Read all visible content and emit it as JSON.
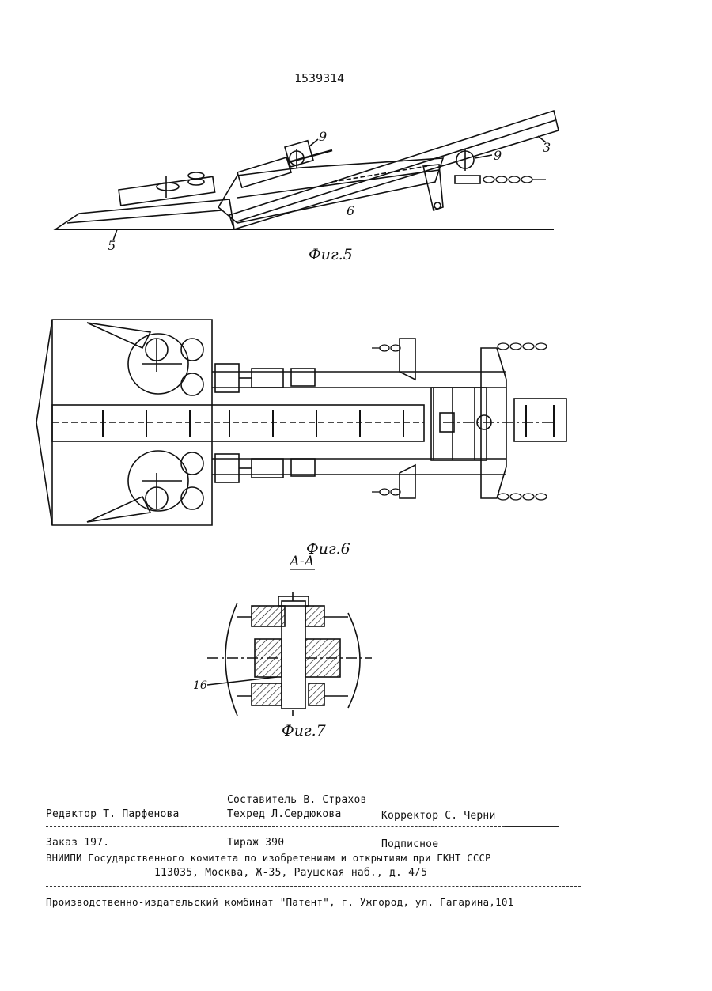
{
  "page_number": "1539314",
  "figures": {
    "fig5": {
      "caption": "Фиг.5",
      "labels": [
        "9",
        "9",
        "3",
        "6",
        "5"
      ]
    },
    "fig6": {
      "caption": "Фиг.6"
    },
    "fig7": {
      "section": "А-А",
      "caption": "Фиг.7",
      "labels": [
        "16"
      ]
    }
  },
  "imprint": {
    "compiler": "Составитель В. Страхов",
    "editor": "Редактор Т. Парфенова",
    "techred": "Техред Л.Сердюкова",
    "corrector": "Корректор С. Черни",
    "order": "Заказ 197.",
    "circulation": "Тираж 390",
    "subscription": "Подписное",
    "institute": "ВНИИПИ Государственного комитета по изобретениям и открытиям при ГКНТ СССР",
    "address": "113035, Москва, Ж-35, Раушская наб., д. 4/5",
    "publisher": "Производственно-издательский комбинат \"Патент\", г. Ужгород, ул. Гагарина,101"
  }
}
